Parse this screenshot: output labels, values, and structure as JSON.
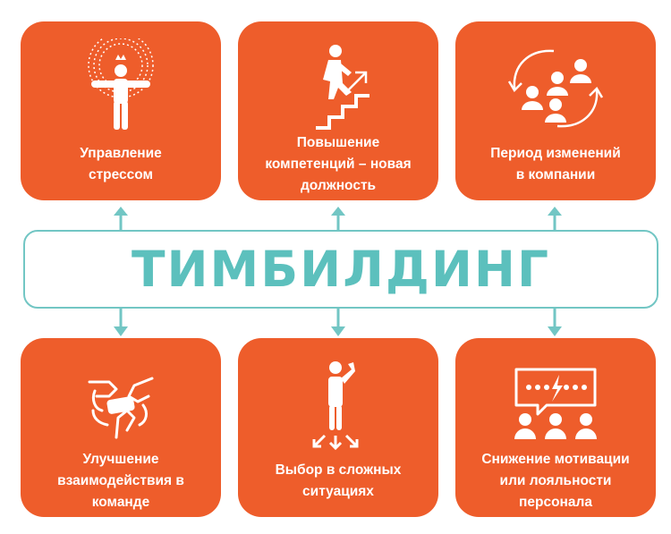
{
  "banner": {
    "title": "ТИМБИЛДИНГ"
  },
  "colors": {
    "card": "#ee5d2b",
    "accent": "#5cc0bd",
    "text_on_card": "#ffffff"
  },
  "cards_top": [
    {
      "label": "Управление\nстрессом",
      "icon": "stress-meditation-icon"
    },
    {
      "label": "Повышение\nкомпетенций – новая\nдолжность",
      "icon": "career-stairs-icon"
    },
    {
      "label": "Период изменений\nв компании",
      "icon": "team-change-cycle-icon"
    }
  ],
  "cards_bottom": [
    {
      "label": "Улучшение\nвзаимодействия в\nкоманде",
      "icon": "joined-hands-icon"
    },
    {
      "label": "Выбор в сложных\nситуациях",
      "icon": "thinking-person-choice-icon"
    },
    {
      "label": "Снижение мотивации\nили лояльности\nперсонала",
      "icon": "team-conflict-chat-icon"
    }
  ]
}
